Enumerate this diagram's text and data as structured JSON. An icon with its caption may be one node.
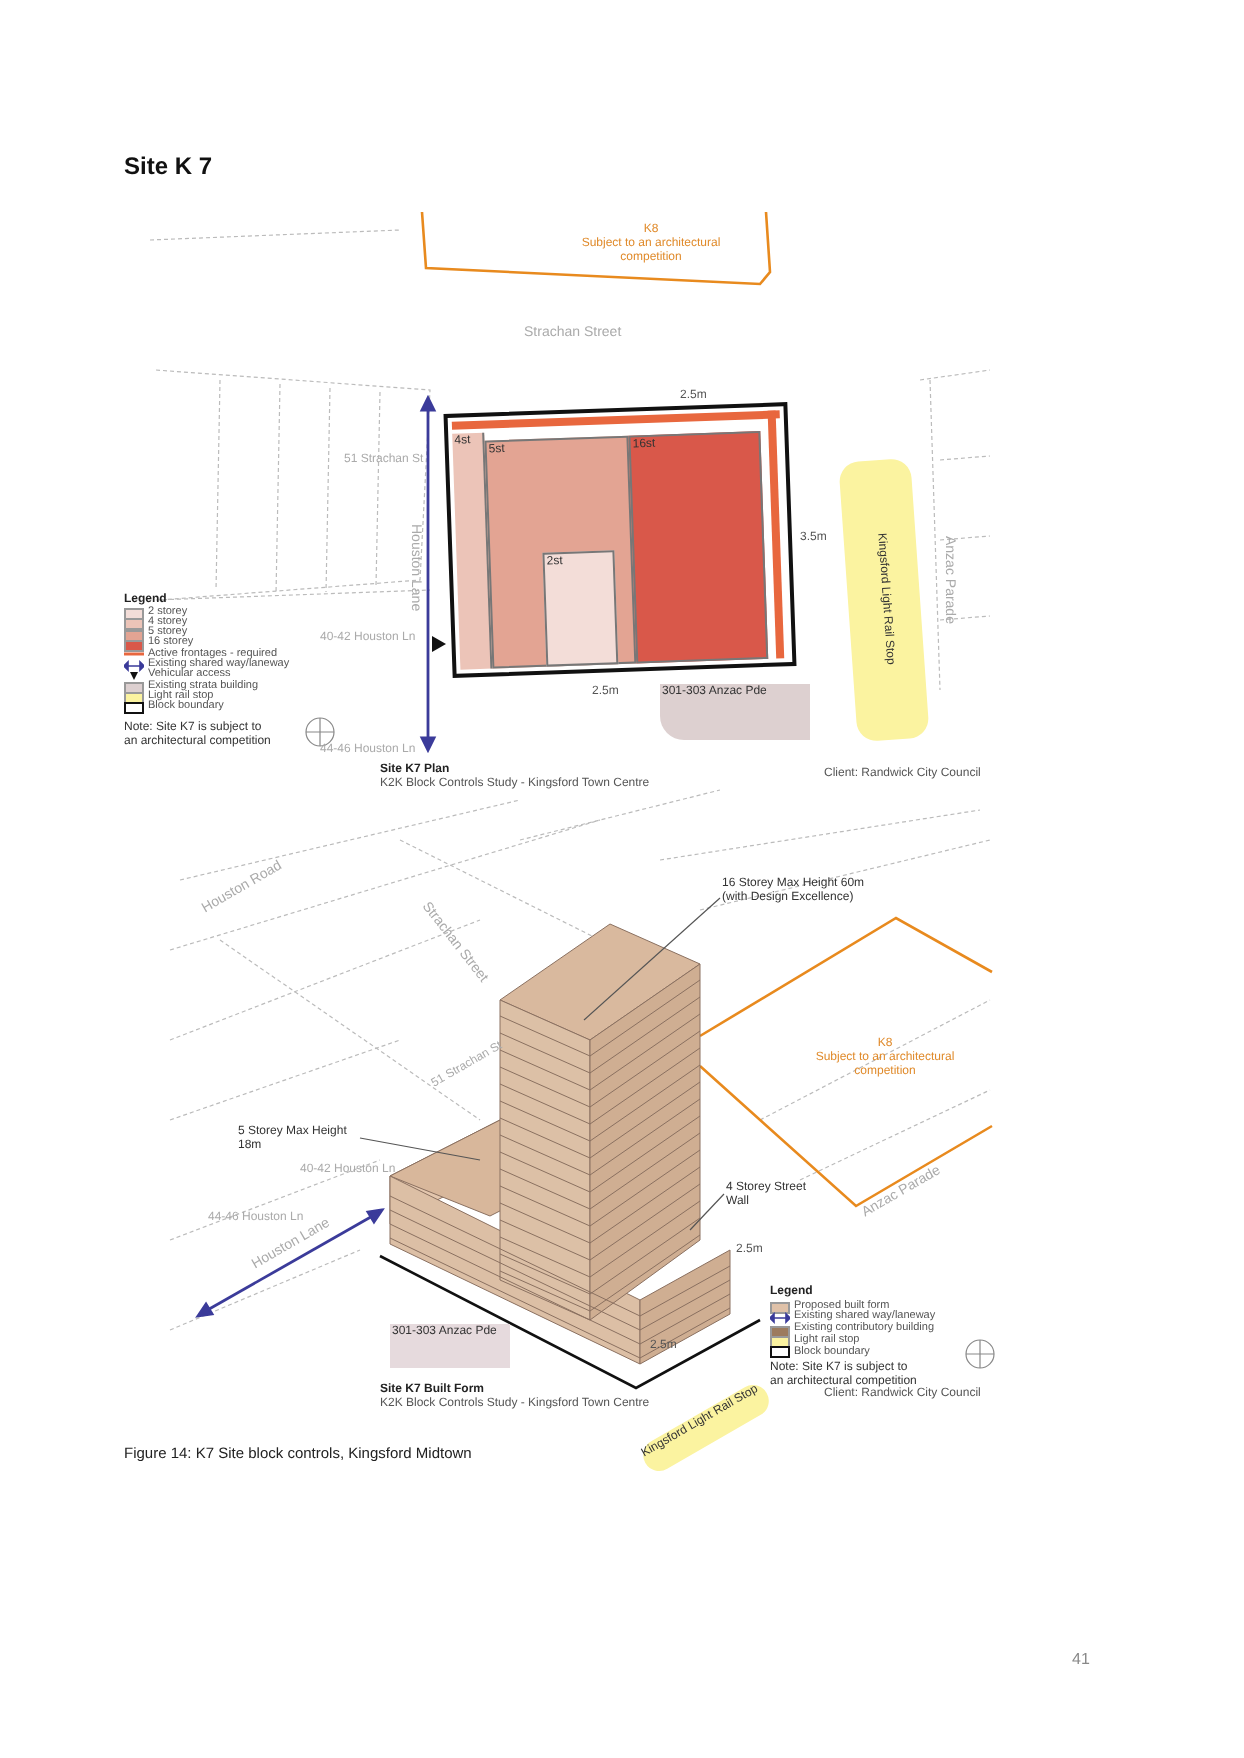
{
  "diagram": {
    "title": "Site K 7",
    "caption": "Figure 14: K7 Site block controls, Kingsford Midtown",
    "nodes": [
      {
        "text": [
          "K8",
          "Subject to an architectural competition"
        ]
      },
      {
        "text": [],
        "shape": "box"
      },
      {
        "text": [
          "4st"
        ],
        "in": 1
      },
      {
        "text": [
          "5st"
        ],
        "in": 1
      },
      {
        "text": [
          "2st"
        ],
        "in": 3
      },
      {
        "text": [
          "16st"
        ],
        "in": 1
      },
      {
        "text": [
          "301-303 Anzac Pde"
        ]
      },
      {
        "text": [
          "Kingsford Light Rail Stop"
        ]
      },
      {
        "text": [
          "K8",
          "Subject to an architectural competition"
        ]
      },
      {
        "text": [
          "5 Storey Max Height 18m"
        ]
      },
      {
        "text": [
          "16 Storey Max Height 60m (with Design Excellence)"
        ]
      },
      {
        "text": [
          "4 Storey Street Wall"
        ]
      },
      {
        "text": [
          "301-303 Anzac Pde"
        ]
      },
      {
        "text": [
          "Kingsford Light Rail Stop"
        ]
      }
    ],
    "edges": [
      {
        "from": 9,
        "to": null,
        "arrow": "none"
      },
      {
        "from": 10,
        "to": null,
        "arrow": "none"
      },
      {
        "from": 11,
        "to": null,
        "arrow": "none"
      }
    ],
    "labels": [
      "Strachan Street",
      "51 Strachan St",
      "Houston Lane",
      "2.5m",
      "3.5m",
      "2.5m",
      "40-42 Houston Ln",
      "44-46 Houston Ln",
      "Anzac Parade",
      "Legend",
      "Note: Site K7 is subject to an architectural competition",
      "Site K7 Plan",
      "K2K Block Controls Study - Kingsford Town Centre",
      "Client: Randwick City Council",
      "Houston Road",
      "Strachan Street",
      "51 Strachan St",
      "40-42 Houston Ln",
      "44-46 Houston Ln",
      "Houston Lane",
      "2.5m",
      "2.5m",
      "Anzac Parade",
      "Legend",
      "Note: Site K7 is subject to an architectural competition",
      "Site K7 Built Form",
      "K2K Block Controls Study - Kingsford Town Centre",
      "Client: Randwick City Council",
      "41"
    ],
    "legend": [
      {
        "text": "2 storey",
        "color": "#f3ddd8"
      },
      {
        "text": "4 storey",
        "color": "#ecc4b8"
      },
      {
        "text": "5 storey",
        "color": "#e3a493"
      },
      {
        "text": "16 storey",
        "color": "#d9584a"
      },
      {
        "text": "Active frontages - required"
      },
      {
        "text": "Existing shared way/laneway"
      },
      {
        "text": "Vehicular access"
      },
      {
        "text": "Existing strata building",
        "color": "#ddd0d0"
      },
      {
        "text": "Light rail stop",
        "color": "#fbf3a0"
      },
      {
        "text": "Block boundary"
      },
      {
        "text": "Proposed built form",
        "color": "#dfc1a8"
      },
      {
        "text": "Existing shared way/laneway"
      },
      {
        "text": "Existing contributory building",
        "color": "#9c7b5e"
      },
      {
        "text": "Light rail stop",
        "color": "#fbf3a0"
      },
      {
        "text": "Block boundary"
      }
    ]
  }
}
